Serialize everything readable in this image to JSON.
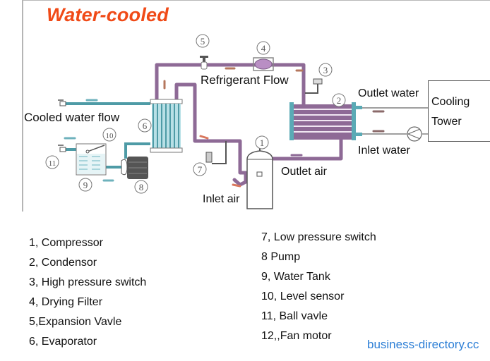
{
  "title": "Water-cooled",
  "labels": {
    "refrigerant_flow": "Refrigerant Flow",
    "outlet_water": "Outlet water",
    "inlet_water": "Inlet water",
    "cooled_water_flow": "Cooled water flow",
    "outlet_air": "Outlet air",
    "inlet_air": "Inlet air",
    "cooling_tower_line1": "Cooling",
    "cooling_tower_line2": "Tower"
  },
  "markers": {
    "m1": "1",
    "m2": "2",
    "m3": "3",
    "m4": "4",
    "m5": "5",
    "m6": "6",
    "m7": "7",
    "m8": "8",
    "m9": "9",
    "m10": "10",
    "m11": "11"
  },
  "legend": {
    "left": [
      "1, Compressor",
      "2, Condensor",
      "3, High pressure switch",
      "4, Drying Filter",
      "5,Expansion Vavle",
      "6, Evaporator"
    ],
    "right": [
      "7, Low pressure switch",
      "8 Pump",
      "9, Water Tank",
      "10, Level sensor",
      "11, Ball vavle",
      "12,,Fan motor"
    ]
  },
  "watermark": "business-directory.cc",
  "colors": {
    "title": "#f04a17",
    "refrigerant_pipe": "#8e6a96",
    "water_pipe": "#4e9ba6",
    "watermark": "#2d7fd6"
  }
}
